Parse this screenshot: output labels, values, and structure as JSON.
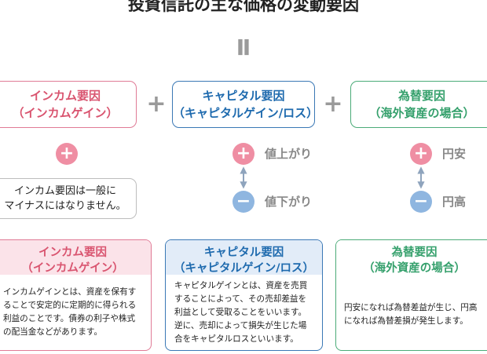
{
  "title": "投資信託の主な価格の変動要因",
  "equals": "Ⅱ",
  "plus_operators": [
    "+",
    "+"
  ],
  "top_boxes": [
    {
      "line1": "インカム要因",
      "line2": "（インカムゲイン）"
    },
    {
      "line1": "キャピタル要因",
      "line2": "（キャピタルゲイン/ロス）"
    },
    {
      "line1": "為替要因",
      "line2": "（海外資産の場合）"
    }
  ],
  "signs": {
    "plus": "+",
    "minus": "−",
    "arrow_up": "▲",
    "arrow_down": "▼"
  },
  "income_note": {
    "line1": "インカム要因は一般に",
    "line2": "マイナスにはなりません。"
  },
  "capital_labels": {
    "up": "値上がり",
    "down": "値下がり"
  },
  "fx_labels": {
    "up": "円安",
    "down": "円高"
  },
  "cards": [
    {
      "line1": "インカム要因",
      "line2": "（インカムゲイン）",
      "body": [
        "インカムゲインとは、資産を保有す",
        "ることで安定的に定期的に得られる",
        "利益のことです。債券の利子や株式",
        "の配当金などがあります。"
      ]
    },
    {
      "line1": "キャピタル要因",
      "line2": "（キャピタルゲイン/ロス）",
      "body": [
        "キャピタルゲインとは、資産を売買",
        "することによって、その売却差益を",
        "利益として受取ることをいいます。",
        "逆に、売却によって損失が生じた場",
        "合をキャピタルロスといいます。"
      ]
    },
    {
      "line1": "為替要因",
      "line2": "（海外資産の場合）",
      "body": [
        "円安になれば為替差益が生じ、円高",
        "になれば為替差損が発生します。"
      ]
    }
  ],
  "colors": {
    "income": "#e07b96",
    "capital": "#3a78b5",
    "fx": "#4bab78",
    "plus_circle": "#ef8ea3",
    "minus_circle": "#8fb6e0"
  }
}
